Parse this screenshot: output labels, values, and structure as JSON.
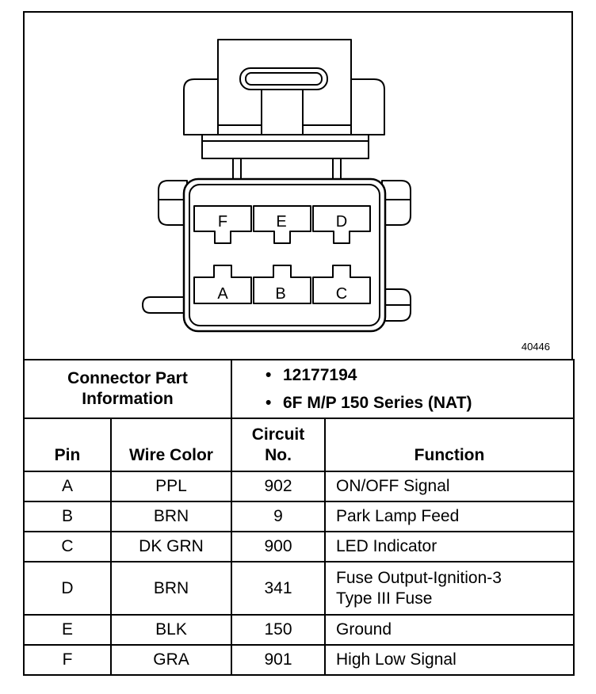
{
  "figure": {
    "number": "40446",
    "cavities_top": [
      "F",
      "E",
      "D"
    ],
    "cavities_bottom": [
      "A",
      "B",
      "C"
    ]
  },
  "connector_info": {
    "label_line1": "Connector Part",
    "label_line2": "Information",
    "items": [
      "12177194",
      "6F M/P 150 Series (NAT)"
    ]
  },
  "table": {
    "headers": {
      "pin": "Pin",
      "wire_color": "Wire Color",
      "circuit_line1": "Circuit",
      "circuit_line2": "No.",
      "function": "Function"
    },
    "rows": [
      {
        "pin": "A",
        "wire_color": "PPL",
        "circuit": "902",
        "function_lines": [
          "ON/OFF Signal"
        ]
      },
      {
        "pin": "B",
        "wire_color": "BRN",
        "circuit": "9",
        "function_lines": [
          "Park Lamp Feed"
        ]
      },
      {
        "pin": "C",
        "wire_color": "DK GRN",
        "circuit": "900",
        "function_lines": [
          "LED Indicator"
        ]
      },
      {
        "pin": "D",
        "wire_color": "BRN",
        "circuit": "341",
        "function_lines": [
          "Fuse Output-Ignition-3",
          "Type III Fuse"
        ]
      },
      {
        "pin": "E",
        "wire_color": "BLK",
        "circuit": "150",
        "function_lines": [
          "Ground"
        ]
      },
      {
        "pin": "F",
        "wire_color": "GRA",
        "circuit": "901",
        "function_lines": [
          "High Low Signal"
        ]
      }
    ]
  }
}
